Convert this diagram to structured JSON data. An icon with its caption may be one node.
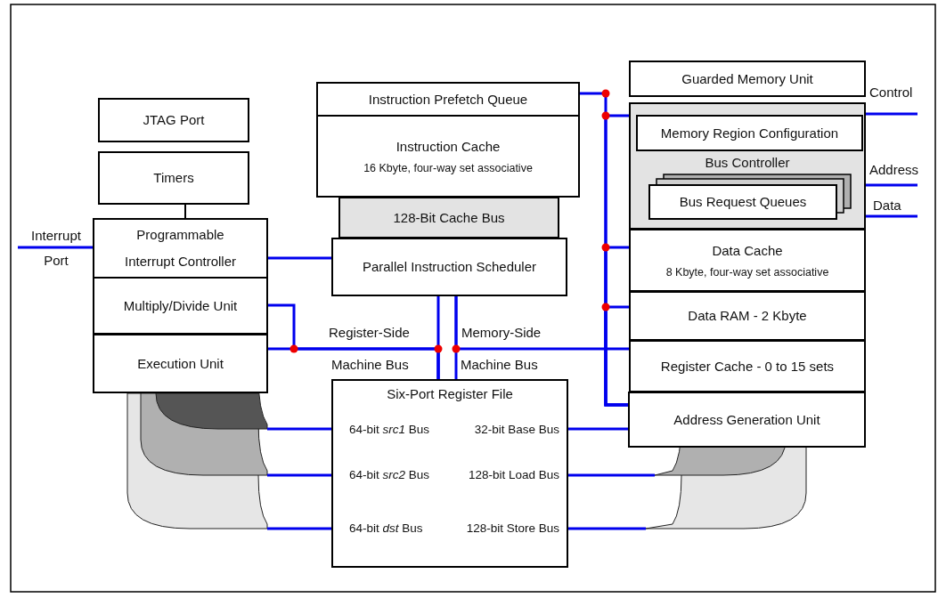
{
  "diagram": {
    "nodes": [
      {
        "text": [
          "JTAG Port"
        ]
      },
      {
        "text": [
          "Timers"
        ]
      },
      {
        "text": [
          "Programmable Interrupt Controller"
        ]
      },
      {
        "text": [
          "Multiply/Divide Unit"
        ]
      },
      {
        "text": [
          "Execution Unit"
        ]
      },
      {
        "text": [
          "Instruction Prefetch Queue"
        ]
      },
      {
        "text": [
          "Instruction Cache",
          "16 Kbyte, four-way set associative"
        ]
      },
      {
        "text": [
          "128-Bit Cache Bus"
        ]
      },
      {
        "text": [
          "Parallel Instruction Scheduler"
        ]
      },
      {
        "text": [
          "Six-Port Register File",
          "64-bit *src1* Bus",
          "32-bit Base Bus",
          "64-bit *src2* Bus",
          "128-bit Load Bus",
          "64-bit *dst* Bus",
          "128-bit Store Bus"
        ]
      },
      {
        "text": [
          "Guarded Memory Unit"
        ]
      },
      {
        "text": [
          "Bus Controller"
        ]
      },
      {
        "text": [
          "Memory Region Configuration"
        ],
        "in": 11
      },
      {
        "text": [
          "Bus Request Queues"
        ],
        "in": 11
      },
      {
        "text": [
          "Data Cache",
          "8 Kbyte, four-way set associative"
        ]
      },
      {
        "text": [
          "Data RAM - 2 Kbyte"
        ]
      },
      {
        "text": [
          "Register Cache - 0 to 15 sets"
        ]
      },
      {
        "text": [
          "Address Generation Unit"
        ]
      },
      {
        "text": [
          "Interrupt",
          "Port"
        ]
      }
    ],
    "edges": [
      {
        "from": 1,
        "to": 2,
        "arrow": "none",
        "color": "#000000"
      },
      {
        "from": 18,
        "to": 2,
        "arrow": "none"
      },
      {
        "from": 2,
        "to": 8,
        "arrow": "none"
      },
      {
        "from": 4,
        "to": 9,
        "arrow": "none"
      },
      {
        "from": 3,
        "to": 9,
        "arrow": "none"
      },
      {
        "from": 8,
        "to": 9,
        "arrow": "none"
      },
      {
        "from": 8,
        "to": 9,
        "arrow": "none"
      },
      {
        "from": 8,
        "to": 16,
        "arrow": "none"
      },
      {
        "from": 5,
        "to": 17,
        "arrow": "none"
      },
      {
        "from": 11,
        "to": 17,
        "arrow": "none"
      },
      {
        "from": 14,
        "to": 17,
        "arrow": "none"
      },
      {
        "from": 15,
        "to": 17,
        "arrow": "none"
      },
      {
        "from": 11,
        "to": null,
        "arrow": "none"
      },
      {
        "from": 11,
        "to": null,
        "arrow": "none"
      },
      {
        "from": 11,
        "to": null,
        "arrow": "none"
      },
      {
        "from": 9,
        "to": null,
        "arrow": "none"
      },
      {
        "from": 9,
        "to": null,
        "arrow": "none"
      },
      {
        "from": 9,
        "to": null,
        "arrow": "none"
      },
      {
        "from": 9,
        "to": 17,
        "arrow": "none"
      },
      {
        "from": 9,
        "to": null,
        "arrow": "none"
      },
      {
        "from": 9,
        "to": null,
        "arrow": "none"
      }
    ],
    "labels": [
      "Control",
      "Address",
      "Data",
      "Register-Side",
      "Memory-Side",
      "Machine Bus",
      "Machine Bus"
    ]
  }
}
